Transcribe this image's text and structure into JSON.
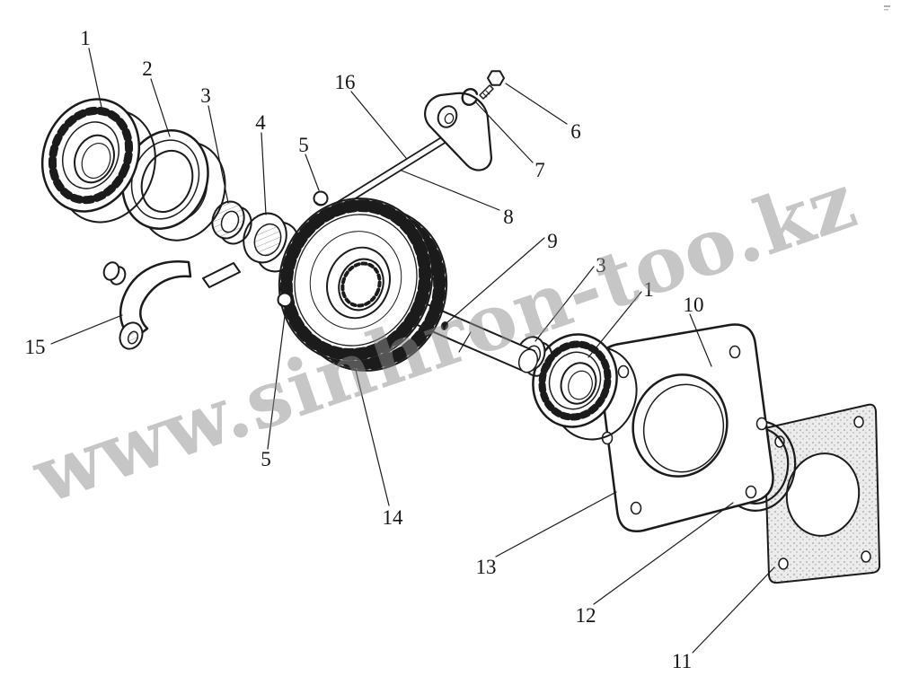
{
  "watermark": "www.sinhron-too.kz",
  "colors": {
    "ink": "#1b1b1b",
    "watermark_gray": "#8f8f8f",
    "background": "#ffffff"
  },
  "callouts": [
    {
      "label": "1"
    },
    {
      "label": "2"
    },
    {
      "label": "3"
    },
    {
      "label": "4"
    },
    {
      "label": "5"
    },
    {
      "label": "16"
    },
    {
      "label": "6"
    },
    {
      "label": "7"
    },
    {
      "label": "8"
    },
    {
      "label": "9"
    },
    {
      "label": "3"
    },
    {
      "label": "1"
    },
    {
      "label": "10"
    },
    {
      "label": "15"
    },
    {
      "label": "5"
    },
    {
      "label": "14"
    },
    {
      "label": "13"
    },
    {
      "label": "12"
    },
    {
      "label": "11"
    }
  ]
}
